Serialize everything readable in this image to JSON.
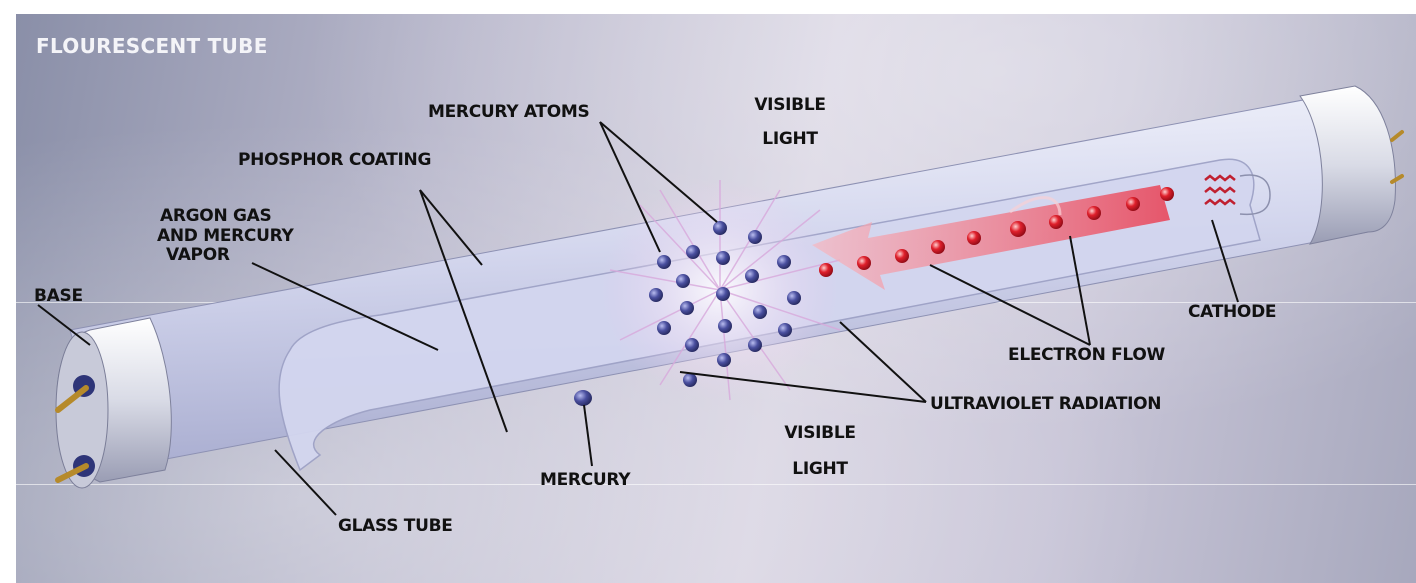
{
  "title": "FLOURESCENT TUBE",
  "labels": {
    "mercury_atoms": "MERCURY ATOMS",
    "visible_light_top_1": "VISIBLE",
    "visible_light_top_2": "LIGHT",
    "phosphor_coating": "PHOSPHOR COATING",
    "argon_1": "ARGON GAS",
    "argon_2": "AND MERCURY",
    "argon_3": "VAPOR",
    "base": "BASE",
    "cathode": "CATHODE",
    "electron_flow": "ELECTRON FLOW",
    "ultraviolet_radiation": "ULTRAVIOLET RADIATION",
    "visible_light_bottom_1": "VISIBLE",
    "visible_light_bottom_2": "LIGHT",
    "mercury": "MERCURY",
    "glass_tube": "GLASS TUBE"
  },
  "colors": {
    "electron": "#d4142a",
    "mercury_atom": "#3a3f8f",
    "tube_glass": "#dfe1f2",
    "arrow": "#f06a78"
  }
}
